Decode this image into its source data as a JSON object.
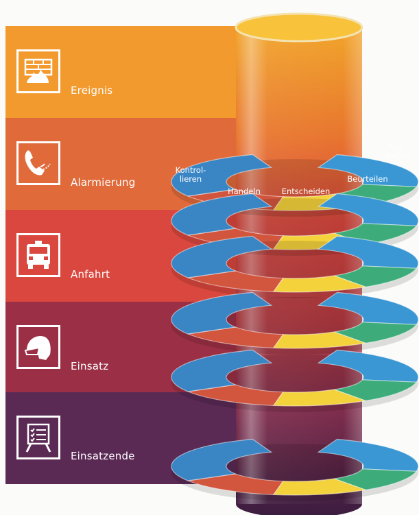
{
  "phases": [
    {
      "label": "Ereignis",
      "color": "#f29a2e",
      "icon": "fire-building-icon"
    },
    {
      "label": "Alarmierung",
      "color": "#e06a3a",
      "icon": "telephone-alarm-icon"
    },
    {
      "label": "Anfahrt",
      "color": "#d9473e",
      "icon": "fire-truck-icon"
    },
    {
      "label": "Einsatz",
      "color": "#9b2f45",
      "icon": "firefighter-helmet-icon"
    },
    {
      "label": "Einsatzende",
      "color": "#5a2a55",
      "icon": "board-checklist-icon"
    }
  ],
  "cycle": {
    "steps": [
      {
        "label": "Fest-\nstellen",
        "color": "#3a97d3"
      },
      {
        "label": "Beurteilen",
        "color": "#3dac7a"
      },
      {
        "label": "Entscheiden",
        "color": "#f4d23c"
      },
      {
        "label": "Handeln",
        "color": "#d2553e"
      },
      {
        "label": "Kontrol-\nlieren",
        "color": "#3a86c5"
      }
    ]
  }
}
